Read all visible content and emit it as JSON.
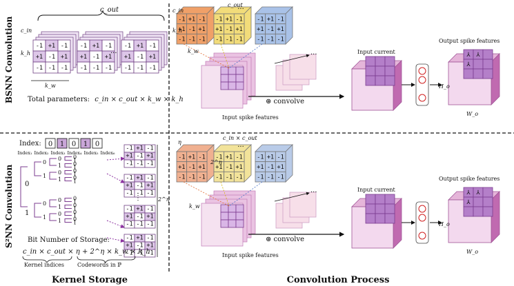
{
  "layout_words": {
    "bsnn_title": "BSNN Convolution",
    "s2nn_title": "S²NN Convolution",
    "kernel_storage": "Kernel Storage",
    "convolution_process": "Convolution Process"
  },
  "bsnn": {
    "kernels": [
      [
        [
          "-1",
          "+1",
          "-1"
        ],
        [
          "+1",
          "-1",
          "+1"
        ],
        [
          "-1",
          "-1",
          "-1"
        ]
      ],
      [
        [
          "-1",
          "+1",
          "-1"
        ],
        [
          "+1",
          "-1",
          "+1"
        ],
        [
          "-1",
          "-1",
          "-1"
        ]
      ],
      [
        [
          "-1",
          "+1",
          "-1"
        ],
        [
          "+1",
          "-1",
          "+1"
        ],
        [
          "-1",
          "-1",
          "-1"
        ]
      ]
    ],
    "total_params_label": "Total parameters:",
    "total_params_formula": "c_in × c_out × k_w × k_h",
    "c_out": "c_out",
    "c_in": "c_in",
    "k_h": "k_h",
    "k_w": "k_w",
    "dots": "···"
  },
  "conv_top": {
    "kernel_cubes": [
      {
        "color": "#f0a068",
        "rows": [
          [
            "-1",
            "+1",
            "-1"
          ],
          [
            "+1",
            "-1",
            "+1"
          ],
          [
            "-1",
            "-1",
            "-1"
          ]
        ]
      },
      {
        "color": "#f2dc7a",
        "rows": [
          [
            "-1",
            "+1",
            "-1"
          ],
          [
            "+1",
            "-1",
            "+1"
          ],
          [
            "-1",
            "-1",
            "-1"
          ]
        ]
      },
      {
        "color": "#a9c2e8",
        "rows": [
          [
            "-1",
            "+1",
            "-1"
          ],
          [
            "+1",
            "-1",
            "+1"
          ],
          [
            "-1",
            "-1",
            "-1"
          ]
        ]
      }
    ],
    "c_out": "c_out",
    "c_in": "c_in",
    "k_h": "k_h",
    "k_w": "k_w",
    "input_spike": "Input spike features",
    "convolve": "⊛ convolve",
    "input_current": "Input current",
    "output_spike": "Output spike features",
    "H_o": "H_o",
    "W_o": "W_o"
  },
  "s2nn": {
    "index_label": "Index:",
    "index_bits": [
      "0",
      "1",
      "0",
      "1",
      "0"
    ],
    "index_names": [
      "Index₁",
      "Index₂",
      "Index₃",
      "Index₄",
      "Index₅",
      "Index₆"
    ],
    "tree_bits": [
      "0",
      "1"
    ],
    "bit_storage_label": "Bit Number of Storage:",
    "formula": "c_in × c_out × η + 2^η × k_w × k_h",
    "kernel_indices": "Kernel indices",
    "codewords": "Codewords in ℙ",
    "two_eta": "2^η",
    "codewords_tables": [
      [
        [
          "-1",
          "+1",
          "-1"
        ],
        [
          "+1",
          "-1",
          "+1"
        ],
        [
          "-1",
          "-1",
          "-1"
        ]
      ],
      [
        [
          "-1",
          "+1",
          "-1"
        ],
        [
          "+1",
          "-1",
          "+1"
        ],
        [
          "-1",
          "-1",
          "-1"
        ]
      ],
      [
        [
          "-1",
          "+1",
          "-1"
        ],
        [
          "+1",
          "-1",
          "+1"
        ],
        [
          "-1",
          "-1",
          "-1"
        ]
      ],
      [
        [
          "-1",
          "+1",
          "-1"
        ],
        [
          "+1",
          "-1",
          "+1"
        ],
        [
          "-1",
          "-1",
          "-1"
        ]
      ]
    ]
  },
  "conv_bottom": {
    "eta": "η",
    "c_in_c_out": "c_in × c_out",
    "two_eta": "2^η",
    "kernel_cubes": [
      {
        "color": "#f0b090",
        "rows": [
          [
            "-1",
            "+1",
            "-1"
          ],
          [
            "+1",
            "-1",
            "+1"
          ],
          [
            "-1",
            "-1",
            "-1"
          ]
        ]
      },
      {
        "color": "#f2e39a",
        "rows": [
          [
            "-1",
            "+1",
            "-1"
          ],
          [
            "+1",
            "-1",
            "+1"
          ],
          [
            "-1",
            "-1",
            "-1"
          ]
        ]
      },
      {
        "color": "#b9cbe8",
        "rows": [
          [
            "-1",
            "+1",
            "-1"
          ],
          [
            "+1",
            "-1",
            "+1"
          ],
          [
            "-1",
            "-1",
            "-1"
          ]
        ]
      }
    ],
    "input_spike": "Input spike features",
    "convolve": "⊛ convolve",
    "input_current": "Input current",
    "output_spike": "Output spike features",
    "H_o": "H_o",
    "W_o": "W_o",
    "c_in": "c_in",
    "c_out": "c_out",
    "k_w": "k_w"
  },
  "colors": {
    "purple": "#b98fc8",
    "purple_dark": "#7b3b8f",
    "pink_face": "#f2d8ec",
    "magenta": "#c03a9a",
    "red": "#d02020",
    "grid": "#6e3f82"
  }
}
